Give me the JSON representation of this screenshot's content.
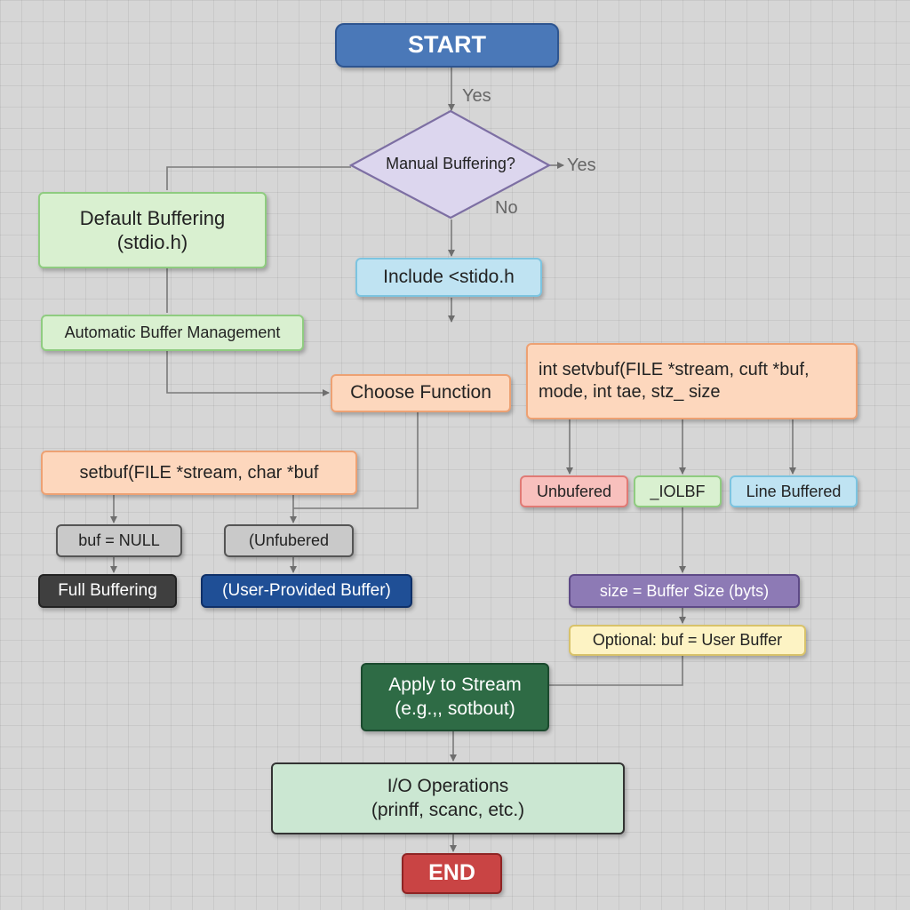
{
  "nodes": {
    "start": "START",
    "decision": "Manual Buffering?",
    "default_buffering": [
      "Default Buffering",
      "(stdio.h)"
    ],
    "include_stdio": "Include <stido.h",
    "auto_buffer": "Automatic Buffer Management",
    "choose_function": "Choose Function",
    "setvbuf": [
      "int setvbuf(FILE *stream, cuft *buf,",
      "mode, int tae, stz_ size"
    ],
    "setbuf": "setbuf(FILE *stream, char *buf",
    "unbuffered_mode": "Unbufered",
    "iolbf_mode": "_IOLBF",
    "line_buffered_mode": "Line Buffered",
    "buf_null": "buf = NULL",
    "unbuffered_paren": "(Unfubered",
    "full_buffering": "Full Buffering",
    "user_provided": "(User-Provided Buffer)",
    "size_buffer": "size = Buffer Size (byts)",
    "optional_buf": "Optional: buf = User Buffer",
    "apply_stream": [
      "Apply to Stream",
      "(e.g.,, sotbout)"
    ],
    "io_operations": [
      "I/O Operations",
      "(prinff, scanc, etc.)"
    ],
    "end": "END"
  },
  "labels": {
    "yes_top": "Yes",
    "yes_right": "Yes",
    "no": "No"
  }
}
